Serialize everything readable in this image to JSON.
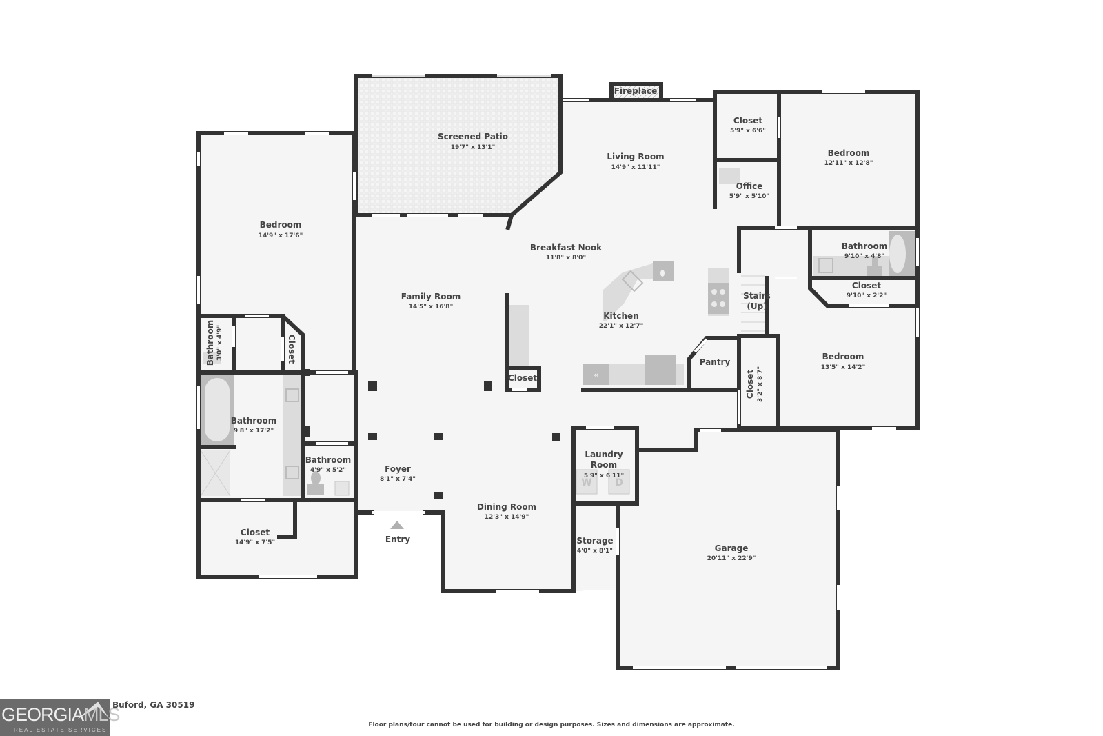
{
  "colors": {
    "wall": "#333333",
    "floor": "#f5f5f5",
    "text": "#444444",
    "fixture": "#dcdcdc",
    "logo_bg": "#6b6b6b"
  },
  "rooms": {
    "screened_patio": {
      "name": "Screened Patio",
      "dim": "19'7\" x 13'1\""
    },
    "living_room": {
      "name": "Living Room",
      "dim": "14'9\" x 11'11\""
    },
    "fireplace": {
      "name": "Fireplace"
    },
    "closet_top": {
      "name": "Closet",
      "dim": "5'9\" x 6'6\""
    },
    "office": {
      "name": "Office",
      "dim": "5'9\" x 5'10\""
    },
    "bedroom_ne": {
      "name": "Bedroom",
      "dim": "12'11\" x 12'8\""
    },
    "bedroom_w": {
      "name": "Bedroom",
      "dim": "14'9\" x 17'6\""
    },
    "breakfast_nook": {
      "name": "Breakfast Nook",
      "dim": "11'8\" x 8'0\""
    },
    "family_room": {
      "name": "Family Room",
      "dim": "14'5\" x 16'8\""
    },
    "kitchen": {
      "name": "Kitchen",
      "dim": "22'1\" x 12'7\""
    },
    "bathroom_e": {
      "name": "Bathroom",
      "dim": "9'10\" x 4'8\""
    },
    "closet_e": {
      "name": "Closet",
      "dim": "9'10\" x 2'2\""
    },
    "stairs": {
      "name": "Stairs",
      "sub": "(Up)"
    },
    "pantry": {
      "name": "Pantry"
    },
    "closet_narrow": {
      "name": "Closet",
      "dim": "3'2\" x 8'7\""
    },
    "bedroom_se": {
      "name": "Bedroom",
      "dim": "13'5\" x 14'2\""
    },
    "bathroom_small": {
      "name": "Bathroom",
      "dim": "3'0\" x 4'9\""
    },
    "closet_small": {
      "name": "Closet"
    },
    "closet_center": {
      "name": "Closet"
    },
    "bathroom_master": {
      "name": "Bathroom",
      "dim": "9'8\" x 17'2\""
    },
    "bathroom_half": {
      "name": "Bathroom",
      "dim": "4'9\" x 5'2\""
    },
    "foyer": {
      "name": "Foyer",
      "dim": "8'1\" x 7'4\""
    },
    "entry": {
      "name": "Entry"
    },
    "dining_room": {
      "name": "Dining Room",
      "dim": "12'3\" x 14'9\""
    },
    "laundry_room": {
      "name": "Laundry",
      "name2": "Room",
      "dim": "5'9\" x 6'11\""
    },
    "washer": {
      "name": "W"
    },
    "dryer": {
      "name": "D"
    },
    "storage": {
      "name": "Storage",
      "dim": "4'0\" x 8'1\""
    },
    "garage": {
      "name": "Garage",
      "dim": "20'11\" x 22'9\""
    },
    "closet_w": {
      "name": "Closet",
      "dim": "14'9\" x 7'5\""
    }
  },
  "footer": {
    "address": "3134 Perimeter Cir, Buford, GA 30519",
    "disclaimer": "Floor plans/tour cannot be used for building or design purposes. Sizes and dimensions are approximate.",
    "logo_main": "GEORGIA",
    "logo_mls": "MLS",
    "logo_sub": "REAL ESTATE SERVICES"
  },
  "icons": {
    "entry_arrow": "triangle-up",
    "washer": "W-box",
    "dryer": "D-box",
    "stove": "four-burner-cooktop",
    "sink": "double-sink",
    "toilet": "toilet",
    "tub": "bathtub"
  }
}
